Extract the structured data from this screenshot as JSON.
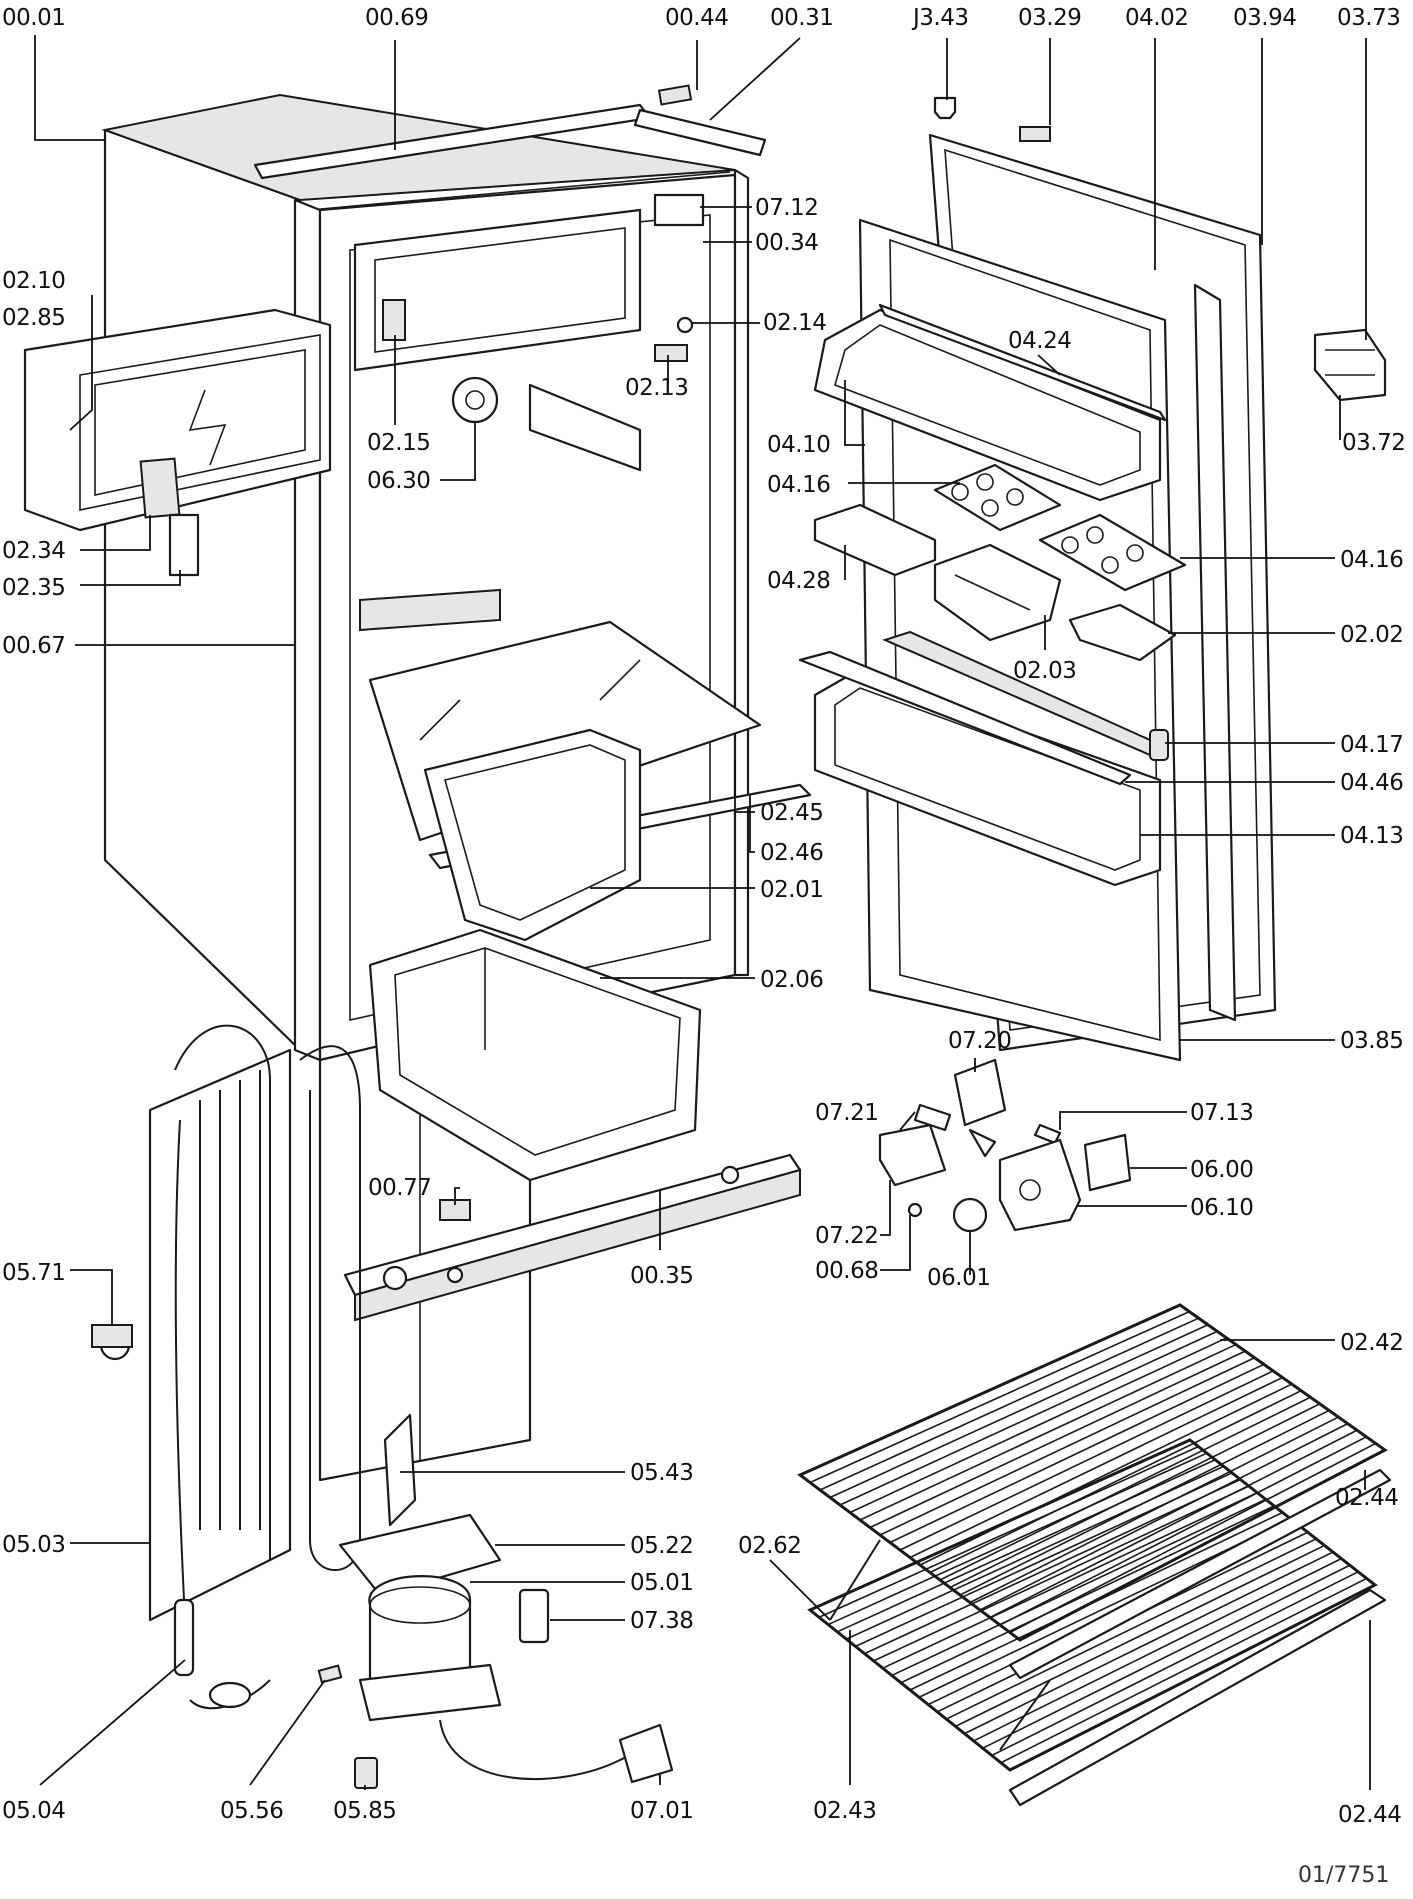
{
  "labels": [
    {
      "id": "00.01",
      "text": "00.01"
    },
    {
      "id": "00.69",
      "text": "00.69"
    },
    {
      "id": "00.44",
      "text": "00.44"
    },
    {
      "id": "00.31",
      "text": "00.31"
    },
    {
      "id": "03.43",
      "text": "J3.43"
    },
    {
      "id": "03.29",
      "text": "03.29"
    },
    {
      "id": "04.02",
      "text": "04.02"
    },
    {
      "id": "03.94",
      "text": "03.94"
    },
    {
      "id": "03.73",
      "text": "03.73"
    },
    {
      "id": "07.12",
      "text": "07.12"
    },
    {
      "id": "00.34",
      "text": "00.34"
    },
    {
      "id": "02.10",
      "text": "02.10"
    },
    {
      "id": "02.85",
      "text": "02.85"
    },
    {
      "id": "02.14",
      "text": "02.14"
    },
    {
      "id": "04.24",
      "text": "04.24"
    },
    {
      "id": "03.72",
      "text": "03.72"
    },
    {
      "id": "02.13",
      "text": "02.13"
    },
    {
      "id": "02.15",
      "text": "02.15"
    },
    {
      "id": "06.30",
      "text": "06.30"
    },
    {
      "id": "04.10",
      "text": "04.10"
    },
    {
      "id": "04.16a",
      "text": "04.16"
    },
    {
      "id": "02.34",
      "text": "02.34"
    },
    {
      "id": "02.35",
      "text": "02.35"
    },
    {
      "id": "04.28",
      "text": "04.28"
    },
    {
      "id": "04.16b",
      "text": "04.16"
    },
    {
      "id": "00.67",
      "text": "00.67"
    },
    {
      "id": "02.03",
      "text": "02.03"
    },
    {
      "id": "02.02",
      "text": "02.02"
    },
    {
      "id": "04.17",
      "text": "04.17"
    },
    {
      "id": "04.46",
      "text": "04.46"
    },
    {
      "id": "02.45",
      "text": "02.45"
    },
    {
      "id": "02.46",
      "text": "02.46"
    },
    {
      "id": "04.13",
      "text": "04.13"
    },
    {
      "id": "02.01",
      "text": "02.01"
    },
    {
      "id": "02.06",
      "text": "02.06"
    },
    {
      "id": "03.85",
      "text": "03.85"
    },
    {
      "id": "07.20",
      "text": "07.20"
    },
    {
      "id": "07.21",
      "text": "07.21"
    },
    {
      "id": "07.13",
      "text": "07.13"
    },
    {
      "id": "06.00",
      "text": "06.00"
    },
    {
      "id": "00.77",
      "text": "00.77"
    },
    {
      "id": "06.10",
      "text": "06.10"
    },
    {
      "id": "07.22",
      "text": "07.22"
    },
    {
      "id": "00.68",
      "text": "00.68"
    },
    {
      "id": "06.01",
      "text": "06.01"
    },
    {
      "id": "00.35",
      "text": "00.35"
    },
    {
      "id": "05.71",
      "text": "05.71"
    },
    {
      "id": "02.42",
      "text": "02.42"
    },
    {
      "id": "05.43",
      "text": "05.43"
    },
    {
      "id": "02.44a",
      "text": "02.44"
    },
    {
      "id": "05.03",
      "text": "05.03"
    },
    {
      "id": "05.22",
      "text": "05.22"
    },
    {
      "id": "02.62",
      "text": "02.62"
    },
    {
      "id": "05.01",
      "text": "05.01"
    },
    {
      "id": "07.38",
      "text": "07.38"
    },
    {
      "id": "05.04",
      "text": "05.04"
    },
    {
      "id": "05.56",
      "text": "05.56"
    },
    {
      "id": "05.85",
      "text": "05.85"
    },
    {
      "id": "07.01",
      "text": "07.01"
    },
    {
      "id": "02.43",
      "text": "02.43"
    },
    {
      "id": "02.44b",
      "text": "02.44"
    }
  ],
  "drawing_ref": "01/7751"
}
